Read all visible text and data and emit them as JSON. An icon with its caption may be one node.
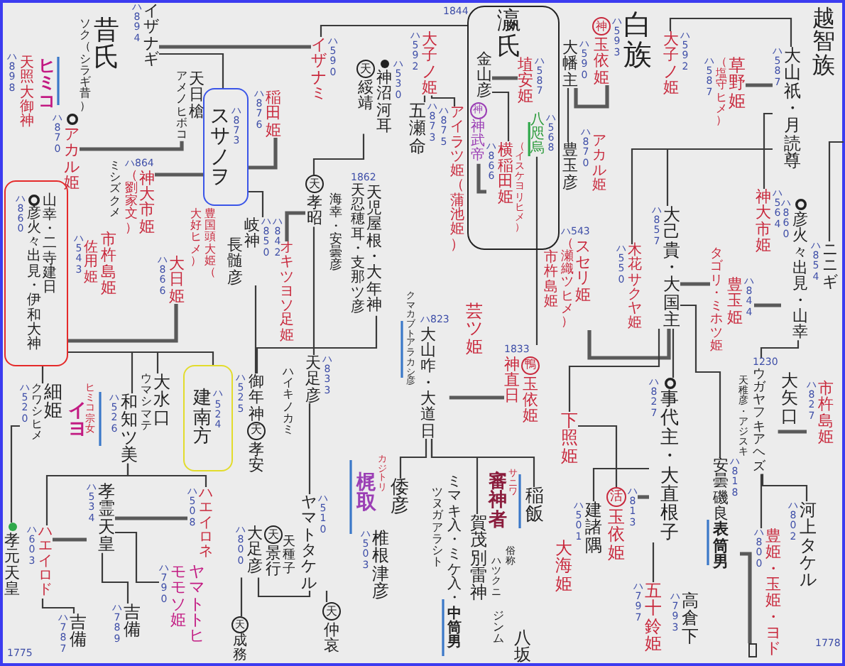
{
  "diagram": {
    "nodes": [
      {
        "text": [
          "イザナギ"
        ],
        "beside": [
          "ハ894"
        ]
      },
      {
        "text": [
          "イザナミ"
        ],
        "beside": [
          "ハ590"
        ]
      },
      {
        "text": [
          "アカル姫"
        ],
        "beside": [
          "ハ870"
        ]
      },
      {
        "text": [
          "アメノヒボコ",
          "天日槍"
        ]
      },
      {
        "text": [
          "スサノヲ",
          "ハ873"
        ]
      },
      {
        "text": [
          "稲田姫"
        ],
        "beside": [
          "ハ876"
        ]
      },
      {
        "text": [
          "（劉家文）",
          "神大市姫"
        ],
        "beside": [
          "ハ864"
        ]
      },
      {
        "text": [
          "ハ860",
          "彦火々出見・伊和大神",
          "山幸・二寺建日"
        ]
      },
      {
        "text": [
          "大日姫"
        ],
        "beside": [
          "ハ866"
        ]
      },
      {
        "text": [
          "長髄彦",
          "岐神"
        ],
        "beside": [
          "ハ850",
          "ハ842"
        ]
      },
      {
        "text": [
          "天",
          "綏靖",
          "神沼河耳"
        ],
        "beside": [
          "ハ530"
        ]
      },
      {
        "text": [
          "五瀬命"
        ],
        "beside": [
          "ハ873"
        ]
      },
      {
        "text": [
          "アイラツ姫（蒲池姫）"
        ],
        "beside": [
          "ハ875"
        ]
      },
      {
        "text": [
          "瀛氏"
        ]
      },
      {
        "text": [
          "金山彦"
        ],
        "in": 13
      },
      {
        "text": [
          "神",
          "神武帝"
        ],
        "in": 13
      },
      {
        "text": [
          "埴安姫"
        ],
        "beside": [
          "ハ587"
        ],
        "in": 13
      },
      {
        "text": [
          "八咫烏"
        ],
        "beside": [
          "ハ568"
        ],
        "in": 13
      },
      {
        "text": [
          "横稲田姫",
          "（イスケヨリヒメ）"
        ],
        "beside": [
          "ハ866"
        ],
        "in": 13
      },
      {
        "text": [
          "天",
          "孝昭"
        ]
      },
      {
        "text": [
          "天忍穂耳・支那ツ彦",
          "天児屋根・大年神"
        ],
        "beside": [
          "1862"
        ]
      },
      {
        "text": [
          "オキツヨソ足姫"
        ]
      },
      {
        "text": [
          "神",
          "玉依姫"
        ],
        "beside": [
          "ハ593"
        ]
      },
      {
        "text": [
          "大幡主"
        ],
        "beside": [
          "ハ590"
        ]
      },
      {
        "text": [
          "豊玉彦"
        ]
      },
      {
        "text": [
          "大山祇・月読尊"
        ],
        "beside": [
          "ハ587"
        ]
      },
      {
        "text": [
          "大子ノ姫"
        ],
        "beside": [
          "ハ592"
        ]
      },
      {
        "text": [
          "（塩守ヒメ）",
          "草野姫"
        ],
        "beside": [
          "ハ587"
        ]
      },
      {
        "text": [
          "神大市姫"
        ],
        "beside": [
          "ハ564"
        ]
      },
      {
        "text": [
          "木花サクヤ姫"
        ],
        "beside": [
          "ハ550"
        ]
      },
      {
        "text": [
          "大己貴・大国主"
        ],
        "beside": [
          "ハ857"
        ]
      },
      {
        "text": [
          "ニニギ"
        ],
        "beside": [
          "ハ854"
        ]
      },
      {
        "text": [
          "彦火々出見・山幸"
        ],
        "beside": [
          "ハ860"
        ]
      },
      {
        "text": [
          "豊玉姫"
        ],
        "beside": [
          "ハ844"
        ]
      },
      {
        "text": [
          "（瀬織ツヒメ）",
          "スセリ姫"
        ],
        "beside": [
          "ハ543"
        ]
      },
      {
        "text": [
          "タゴリ・ミホツ姫"
        ]
      },
      {
        "text": [
          "クワシヒメ",
          "細姫"
        ],
        "beside": [
          "ハ520"
        ]
      },
      {
        "text": [
          "ウマシマテ",
          "大水口"
        ]
      },
      {
        "text": [
          "和知ツ美"
        ],
        "beside": [
          "ハ526"
        ]
      },
      {
        "text": [
          "建南方",
          "ハ524"
        ]
      },
      {
        "text": [
          "御年神",
          "天",
          "孝安"
        ],
        "beside": [
          "ハ525"
        ]
      },
      {
        "text": [
          "天足彦"
        ],
        "beside": [
          "ハ833"
        ]
      },
      {
        "text": [
          "大山咋・大道日"
        ],
        "beside": [
          "ハ823"
        ]
      },
      {
        "text": [
          "神直日",
          "鴨",
          "玉依姫"
        ],
        "beside": [
          "1833"
        ]
      },
      {
        "text": [
          "下照姫"
        ]
      },
      {
        "text": [
          "事代主・大直根子"
        ],
        "beside": [
          "ハ827"
        ]
      },
      {
        "text": [
          "ウガヤフキアヘズ"
        ],
        "beside": [
          "1230"
        ]
      },
      {
        "text": [
          "市杵島姫"
        ],
        "beside": [
          "ハ827"
        ]
      },
      {
        "text": [
          "孝元天皇"
        ]
      },
      {
        "text": [
          "孝霊天皇"
        ],
        "beside": [
          "ハ534"
        ]
      },
      {
        "text": [
          "ハエイロド"
        ],
        "beside": [
          "ハ603"
        ]
      },
      {
        "text": [
          "ハエイロネ"
        ],
        "beside": [
          "ハ508"
        ]
      },
      {
        "text": [
          "ヤマトトヒモモソ姫"
        ],
        "beside": [
          "ハ790"
        ]
      },
      {
        "text": [
          "吉備"
        ],
        "beside": [
          "ハ787"
        ]
      },
      {
        "text": [
          "吉備"
        ],
        "beside": [
          "ハ789"
        ]
      },
      {
        "text": [
          "大足彦",
          "天",
          "景行"
        ],
        "beside": [
          "ハ800"
        ]
      },
      {
        "text": [
          "ヤマトタケル"
        ],
        "beside": [
          "ハ510"
        ]
      },
      {
        "text": [
          "天",
          "仲哀"
        ]
      },
      {
        "text": [
          "椎根津彦",
          "倭彦"
        ],
        "beside": [
          "ハ503"
        ]
      },
      {
        "text": [
          "賀茂別雷神"
        ]
      },
      {
        "text": [
          "稲飯"
        ]
      },
      {
        "text": [
          "活",
          "玉依姫"
        ],
        "beside": [
          "ハ813"
        ]
      },
      {
        "text": [
          "建諸隅"
        ],
        "beside": [
          "ハ501"
        ]
      },
      {
        "text": [
          "五十鈴姫"
        ],
        "beside": [
          "ハ797"
        ]
      },
      {
        "text": [
          "安曇磯良",
          "表筒男"
        ],
        "beside": [
          "ハ818"
        ]
      },
      {
        "text": [],
        "shape": "box"
      },
      {
        "text": [
          "河上タケル"
        ],
        "beside": [
          "ハ802"
        ]
      },
      {
        "text": [
          "豊姫・玉姫・ヨド"
        ],
        "beside": [
          "ハ800"
        ]
      },
      {
        "text": [
          "天",
          "成務"
        ]
      },
      {
        "text": [
          "大子ノ姫"
        ],
        "beside": [
          "ハ592"
        ]
      }
    ],
    "edges": [
      {
        "from": 0,
        "to": 1,
        "arrow": "none",
        "style": "thick"
      },
      {
        "from": 0,
        "to": 4,
        "arrow": "none"
      },
      {
        "from": 1,
        "to": 13,
        "arrow": "none"
      },
      {
        "from": 14,
        "to": 16,
        "arrow": "none",
        "style": "thick"
      },
      {
        "from": 14,
        "to": 18,
        "arrow": "none"
      },
      {
        "from": 15,
        "to": 18,
        "arrow": "none",
        "style": "thick"
      },
      {
        "from": 69,
        "to": 11,
        "arrow": "none"
      },
      {
        "from": 69,
        "to": 12,
        "arrow": "none"
      },
      {
        "from": 10,
        "to": 19,
        "arrow": "none"
      },
      {
        "from": 4,
        "to": 5,
        "arrow": "none",
        "style": "thick"
      },
      {
        "from": 4,
        "to": 6,
        "arrow": "none",
        "style": "thick"
      },
      {
        "from": 3,
        "to": 2,
        "arrow": "none",
        "style": "thick"
      },
      {
        "from": 4,
        "to": 9,
        "arrow": "none"
      },
      {
        "from": 7,
        "to": 8,
        "arrow": "none",
        "style": "thick"
      },
      {
        "from": 19,
        "to": 21,
        "arrow": "none",
        "style": "thick"
      },
      {
        "from": 19,
        "to": 41,
        "arrow": "none"
      },
      {
        "from": 41,
        "to": 56,
        "arrow": "none"
      },
      {
        "from": 56,
        "to": 57,
        "arrow": "none"
      },
      {
        "from": 55,
        "to": 56,
        "arrow": "none"
      },
      {
        "from": 55,
        "to": 68,
        "arrow": "none"
      },
      {
        "from": 9,
        "to": 40,
        "arrow": "none"
      },
      {
        "from": 20,
        "to": 40,
        "arrow": "none"
      },
      {
        "from": 7,
        "to": 36,
        "arrow": "none"
      },
      {
        "from": 7,
        "to": 38,
        "arrow": "none"
      },
      {
        "from": 7,
        "to": 39,
        "arrow": "none"
      },
      {
        "from": 7,
        "to": 37,
        "arrow": "none"
      },
      {
        "from": 36,
        "to": 48,
        "arrow": "none"
      },
      {
        "from": 49,
        "to": 51,
        "arrow": "none",
        "style": "thick"
      },
      {
        "from": 50,
        "to": 49,
        "arrow": "none",
        "style": "thick"
      },
      {
        "from": 38,
        "to": 50,
        "arrow": "none"
      },
      {
        "from": 38,
        "to": 51,
        "arrow": "none"
      },
      {
        "from": 49,
        "to": 52,
        "arrow": "none"
      },
      {
        "from": 49,
        "to": 54,
        "arrow": "none"
      },
      {
        "from": 50,
        "to": 53,
        "arrow": "none"
      },
      {
        "from": 42,
        "to": 43,
        "arrow": "none",
        "style": "thick"
      },
      {
        "from": 17,
        "to": 43,
        "arrow": "none"
      },
      {
        "from": 42,
        "to": 58,
        "arrow": "none"
      },
      {
        "from": 42,
        "to": 59,
        "arrow": "none"
      },
      {
        "from": 42,
        "to": 60,
        "arrow": "none"
      },
      {
        "from": 30,
        "to": 34,
        "arrow": "none",
        "style": "thick"
      },
      {
        "from": 30,
        "to": 35,
        "arrow": "none",
        "style": "thick"
      },
      {
        "from": 30,
        "to": 44,
        "arrow": "none"
      },
      {
        "from": 30,
        "to": 45,
        "arrow": "none"
      },
      {
        "from": 30,
        "to": 64,
        "arrow": "none"
      },
      {
        "from": 64,
        "to": 65,
        "arrow": "none",
        "style": "thick"
      },
      {
        "from": 61,
        "to": 45,
        "arrow": "none",
        "style": "thick"
      },
      {
        "from": 45,
        "to": 63,
        "arrow": "none"
      },
      {
        "from": 45,
        "to": 62,
        "arrow": "none"
      },
      {
        "from": 44,
        "to": 61,
        "arrow": "none"
      },
      {
        "from": 25,
        "to": 26,
        "arrow": "none"
      },
      {
        "from": 27,
        "to": 25,
        "arrow": "none",
        "style": "thick"
      },
      {
        "from": 25,
        "to": 28,
        "arrow": "none"
      },
      {
        "from": 25,
        "to": 29,
        "arrow": "none"
      },
      {
        "from": 25,
        "to": 30,
        "arrow": "none"
      },
      {
        "from": null,
        "to": 31,
        "arrow": "none"
      },
      {
        "from": 33,
        "to": 32,
        "arrow": "none",
        "style": "thick"
      },
      {
        "from": 32,
        "to": 46,
        "arrow": "none"
      },
      {
        "from": 46,
        "to": 47,
        "arrow": "none",
        "style": "thick"
      },
      {
        "from": 46,
        "to": 66,
        "arrow": "none"
      },
      {
        "from": 46,
        "to": 67,
        "arrow": "none"
      },
      {
        "from": 22,
        "to": 23,
        "arrow": "none",
        "style": "thick"
      },
      {
        "from": 23,
        "to": 24,
        "arrow": "none"
      }
    ],
    "labels": [
      "昔氏",
      "ソク（シラギ昔）",
      "ハ898",
      "天照大御神",
      "ヒミコ",
      "1844",
      "白族",
      "越智族",
      "ミシズクメ",
      "海幸・安曇彦",
      "ハ543",
      "佐用姫",
      "市杵島姫",
      "豊国頭大姫（大好ヒメ）",
      "市杵島姫",
      "ハ870",
      "アカル姫",
      "クマカブトアラカシ彦",
      "芸ツ姫",
      "ハイキノカミ",
      "天種子",
      "ヒミコ宗女",
      "イヨ",
      "梶取",
      "カジトリ",
      "審神者",
      "サニワ",
      "ツヌガアラシト",
      "ミマキ入・ミケ入・**中筒男**",
      "俗称",
      "ハツクニ",
      "ジンム",
      "八坂",
      "大矢口",
      "天稚彦・アジスキ",
      "大海姫",
      "ハ793",
      "高倉下",
      "1778",
      "1775"
    ]
  }
}
